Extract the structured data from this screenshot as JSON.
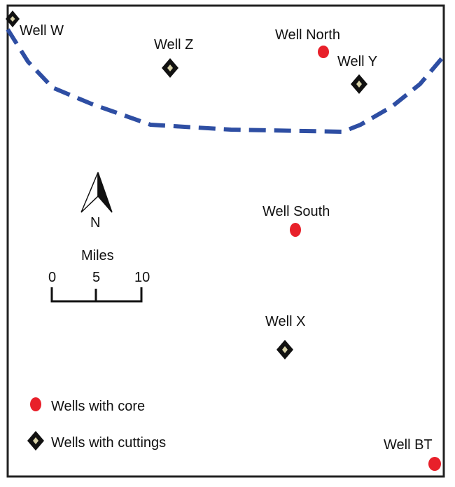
{
  "wells": [
    {
      "id": "w",
      "label": "Well W",
      "type": "cuttings"
    },
    {
      "id": "z",
      "label": "Well Z",
      "type": "cuttings"
    },
    {
      "id": "north",
      "label": "Well North",
      "type": "core"
    },
    {
      "id": "y",
      "label": "Well Y",
      "type": "cuttings"
    },
    {
      "id": "south",
      "label": "Well South",
      "type": "core"
    },
    {
      "id": "x",
      "label": "Well X",
      "type": "cuttings"
    },
    {
      "id": "bt",
      "label": "Well BT",
      "type": "core"
    }
  ],
  "north_arrow": {
    "label": "N"
  },
  "scale_bar": {
    "title": "Miles",
    "ticks": [
      "0",
      "5",
      "10"
    ]
  },
  "legend": {
    "core_label": "Wells with core",
    "cuttings_label": "Wells with cuttings"
  },
  "colors": {
    "core": "#e8202a",
    "boundary": "#2e4ea3",
    "cuttings_fill": "#d8d2a8",
    "frame": "#222222"
  },
  "icons": {
    "core": "red-dot-icon",
    "cuttings": "diamond-icon",
    "north": "north-arrow-icon"
  }
}
